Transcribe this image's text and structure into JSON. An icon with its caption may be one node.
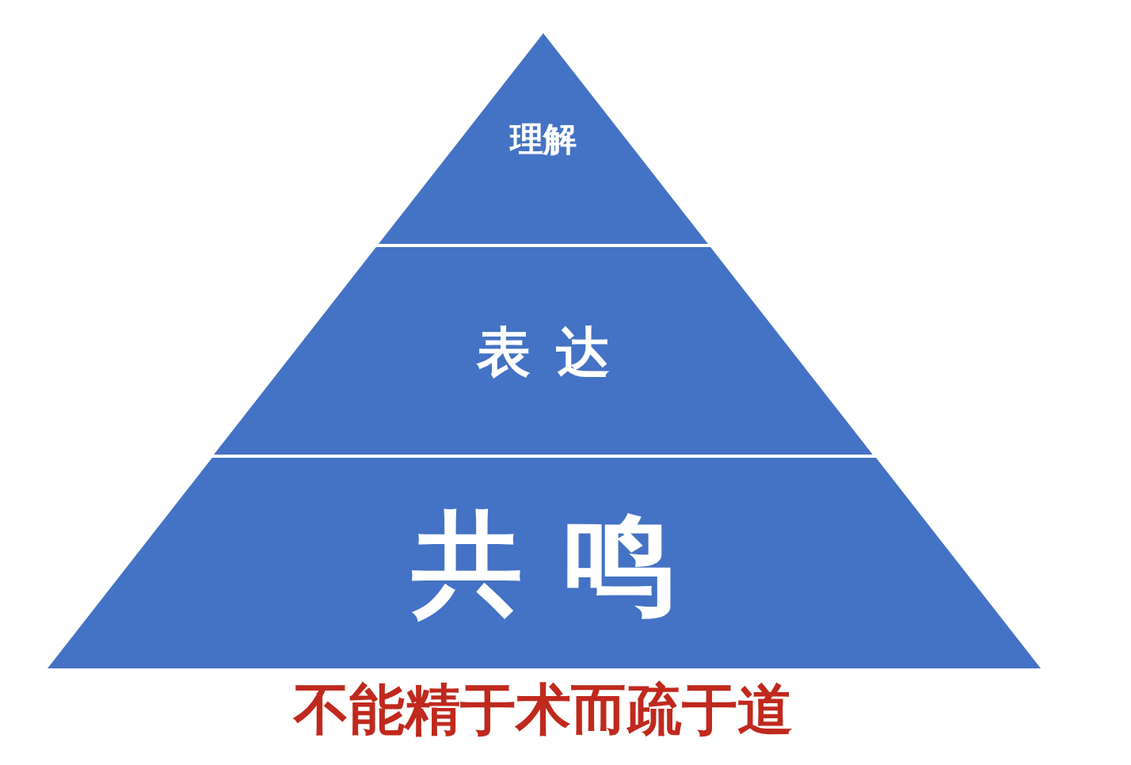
{
  "diagram": {
    "caption": "不能精于术而疏于道",
    "nodes": [
      {
        "text": [
          "理解"
        ]
      },
      {
        "text": [
          "表达"
        ]
      },
      {
        "text": [
          "共鸣"
        ]
      }
    ]
  }
}
